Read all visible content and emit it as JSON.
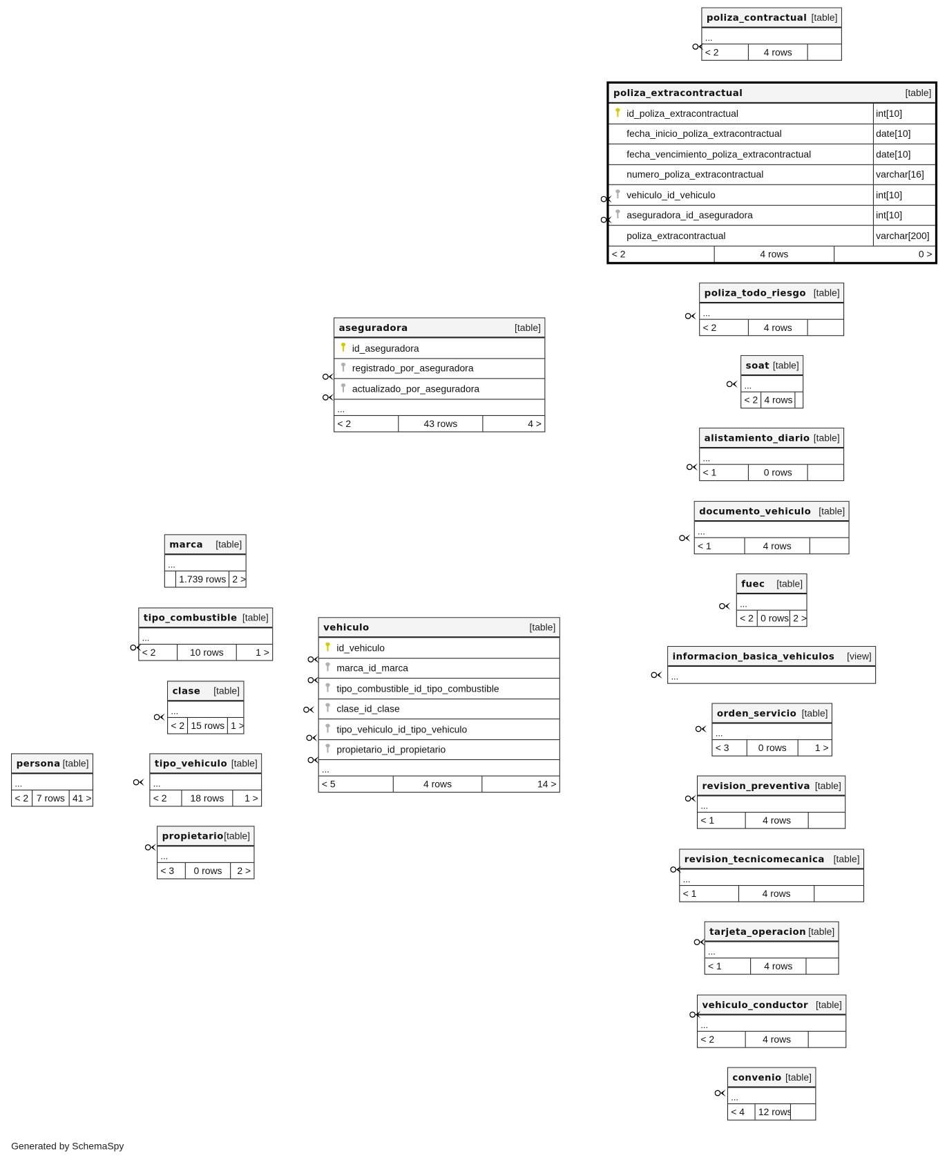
{
  "colors": {
    "primary_key": "#d4cc00",
    "foreign_key": "#b0b0b0",
    "border": "#222222",
    "header_bg": "#f4f4f4"
  },
  "tables": [
    {
      "name": "poliza_contractual",
      "type": "[table]",
      "more": "...",
      "footer": [
        "< 2",
        "4 rows",
        ""
      ]
    },
    {
      "name": "poliza_extracontractual",
      "type": "[table]",
      "columns": [
        {
          "name": "id_poliza_extracontractual",
          "key": "pk",
          "datatype": "int[10]"
        },
        {
          "name": "fecha_inicio_poliza_extracontractual",
          "key": "",
          "datatype": "date[10]"
        },
        {
          "name": "fecha_vencimiento_poliza_extracontractual",
          "key": "",
          "datatype": "date[10]"
        },
        {
          "name": "numero_poliza_extracontractual",
          "key": "",
          "datatype": "varchar[16]"
        },
        {
          "name": "vehiculo_id_vehiculo",
          "key": "fk",
          "datatype": "int[10]"
        },
        {
          "name": "aseguradora_id_aseguradora",
          "key": "fk",
          "datatype": "int[10]"
        },
        {
          "name": "poliza_extracontractual",
          "key": "",
          "datatype": "varchar[200]"
        }
      ],
      "footer": [
        "< 2",
        "4 rows",
        "0 >"
      ]
    },
    {
      "name": "aseguradora",
      "type": "[table]",
      "columns": [
        {
          "name": "id_aseguradora",
          "key": "pk"
        },
        {
          "name": "registrado_por_aseguradora",
          "key": "fk"
        },
        {
          "name": "actualizado_por_aseguradora",
          "key": "fk"
        }
      ],
      "more": "...",
      "footer": [
        "< 2",
        "43 rows",
        "4 >"
      ]
    },
    {
      "name": "marca",
      "type": "[table]",
      "more": "...",
      "footer": [
        "",
        "1.739 rows",
        "2 >"
      ]
    },
    {
      "name": "tipo_combustible",
      "type": "[table]",
      "more": "...",
      "footer": [
        "< 2",
        "10 rows",
        "1 >"
      ]
    },
    {
      "name": "clase",
      "type": "[table]",
      "more": "...",
      "footer": [
        "< 2",
        "15 rows",
        "1 >"
      ]
    },
    {
      "name": "persona",
      "type": "[table]",
      "more": "...",
      "footer": [
        "< 2",
        "7 rows",
        "41 >"
      ]
    },
    {
      "name": "tipo_vehiculo",
      "type": "[table]",
      "more": "...",
      "footer": [
        "< 2",
        "18 rows",
        "1 >"
      ]
    },
    {
      "name": "propietario",
      "type": "[table]",
      "more": "...",
      "footer": [
        "< 3",
        "0 rows",
        "2 >"
      ]
    },
    {
      "name": "vehiculo",
      "type": "[table]",
      "columns": [
        {
          "name": "id_vehiculo",
          "key": "pk"
        },
        {
          "name": "marca_id_marca",
          "key": "fk"
        },
        {
          "name": "tipo_combustible_id_tipo_combustible",
          "key": "fk"
        },
        {
          "name": "clase_id_clase",
          "key": "fk"
        },
        {
          "name": "tipo_vehiculo_id_tipo_vehiculo",
          "key": "fk"
        },
        {
          "name": "propietario_id_propietario",
          "key": "fk"
        }
      ],
      "more": "...",
      "footer": [
        "< 5",
        "4 rows",
        "14 >"
      ]
    },
    {
      "name": "poliza_todo_riesgo",
      "type": "[table]",
      "more": "...",
      "footer": [
        "< 2",
        "4 rows",
        ""
      ]
    },
    {
      "name": "soat",
      "type": "[table]",
      "more": "...",
      "footer": [
        "< 2",
        "4 rows",
        ""
      ]
    },
    {
      "name": "alistamiento_diario",
      "type": "[table]",
      "more": "...",
      "footer": [
        "< 1",
        "0 rows",
        ""
      ]
    },
    {
      "name": "documento_vehiculo",
      "type": "[table]",
      "more": "...",
      "footer": [
        "< 1",
        "4 rows",
        ""
      ]
    },
    {
      "name": "fuec",
      "type": "[table]",
      "more": "...",
      "footer": [
        "< 2",
        "0 rows",
        "2 >"
      ]
    },
    {
      "name": "informacion_basica_vehiculos",
      "type": "[view]",
      "more": "..."
    },
    {
      "name": "orden_servicio",
      "type": "[table]",
      "more": "...",
      "footer": [
        "< 3",
        "0 rows",
        "1 >"
      ]
    },
    {
      "name": "revision_preventiva",
      "type": "[table]",
      "more": "...",
      "footer": [
        "< 1",
        "4 rows",
        ""
      ]
    },
    {
      "name": "revision_tecnicomecanica",
      "type": "[table]",
      "more": "...",
      "footer": [
        "< 1",
        "4 rows",
        ""
      ]
    },
    {
      "name": "tarjeta_operacion",
      "type": "[table]",
      "more": "...",
      "footer": [
        "< 1",
        "4 rows",
        ""
      ]
    },
    {
      "name": "vehiculo_conductor",
      "type": "[table]",
      "more": "...",
      "footer": [
        "< 2",
        "4 rows",
        ""
      ]
    },
    {
      "name": "convenio",
      "type": "[table]",
      "more": "...",
      "footer": [
        "< 4",
        "12 rows",
        ""
      ]
    }
  ],
  "credit": "Generated by SchemaSpy"
}
